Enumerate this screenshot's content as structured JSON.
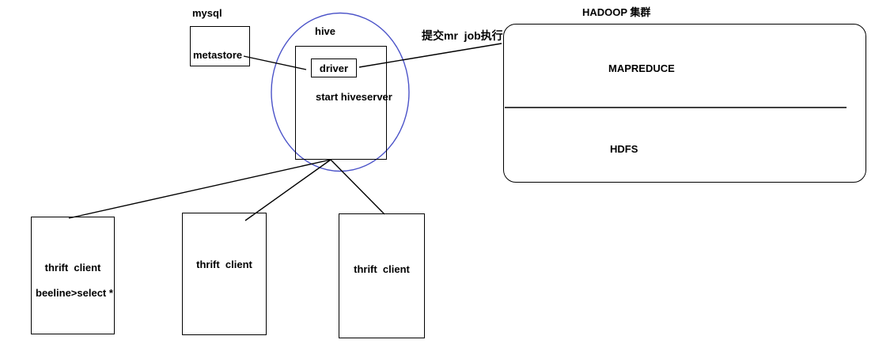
{
  "diagram": {
    "mysql": {
      "label": "mysql",
      "store_label": "metastore"
    },
    "hive": {
      "label": "hive",
      "driver_label": "driver",
      "server_label": "start hiveserver"
    },
    "submit_job_label": "提交mr  job执行",
    "hadoop": {
      "title": "HADOOP 集群",
      "mapreduce_label": "MAPREDUCE",
      "hdfs_label": "HDFS"
    },
    "clients": [
      {
        "title": "thrift  client",
        "subtitle": "beeline>select *"
      },
      {
        "title": "thrift  client"
      },
      {
        "title": "thrift  client"
      }
    ],
    "colors": {
      "ellipse": "#4a52c8",
      "line": "#000000"
    }
  }
}
